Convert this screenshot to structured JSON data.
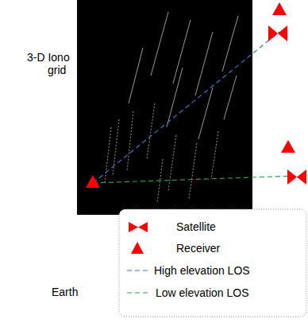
{
  "diagram": {
    "labels": [
      "3-D Iono",
      "grid",
      "Earth"
    ],
    "legend": [
      {
        "text": "Satellite"
      },
      {
        "text": "Receiver"
      },
      {
        "text": "High elevation LOS"
      },
      {
        "text": "Low elevation LOS"
      }
    ]
  }
}
